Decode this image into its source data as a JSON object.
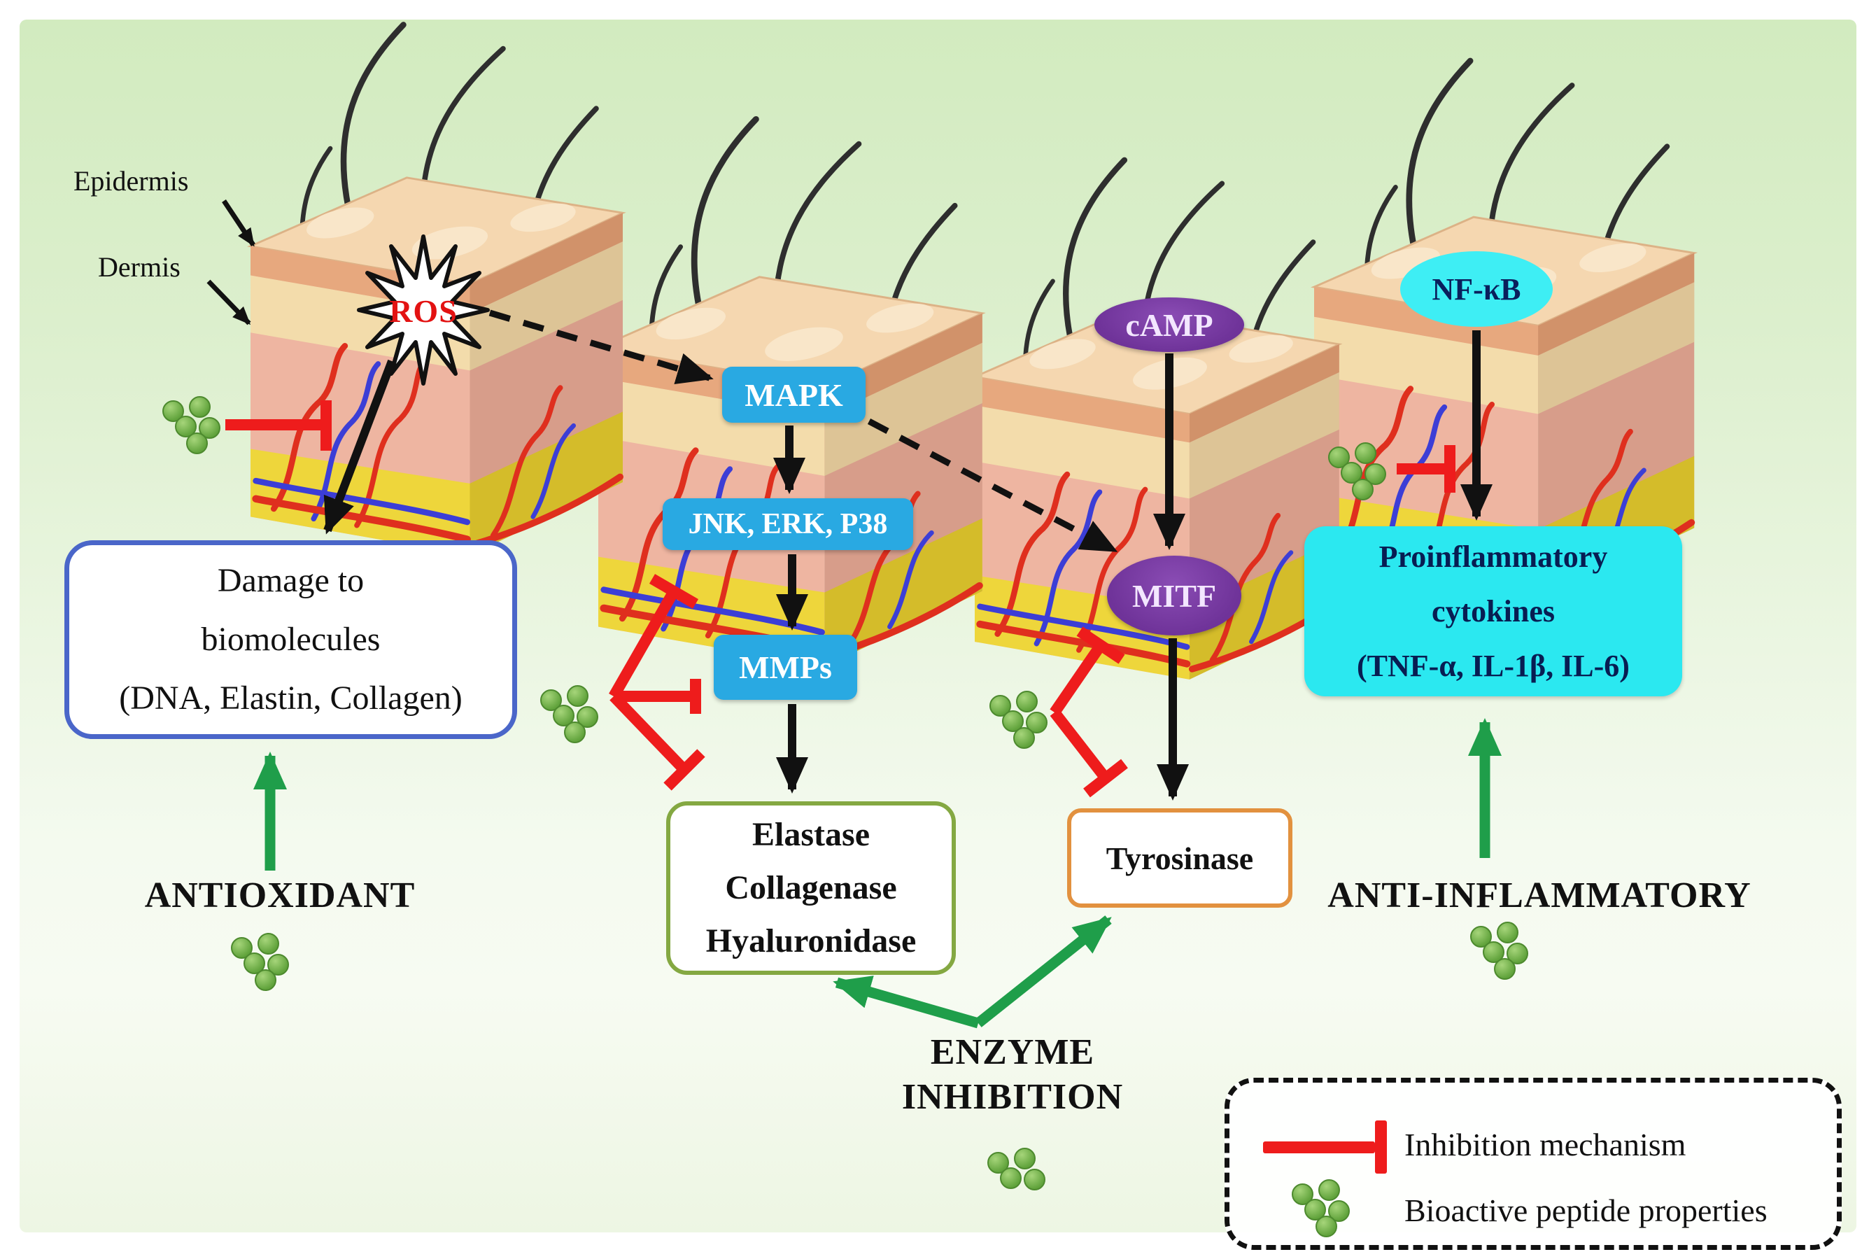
{
  "skin_labels": {
    "epidermis": "Epidermis",
    "dermis": "Dermis"
  },
  "nodes": {
    "ros": "ROS",
    "mapk": "MAPK",
    "jnk": "JNK, ERK, P38",
    "mmps": "MMPs",
    "camp": "cAMP",
    "mitf": "MITF",
    "nfkb": "NF-κB",
    "tyrosinase": "Tyrosinase"
  },
  "boxes": {
    "damage": {
      "line1": "Damage to",
      "line2": "biomolecules",
      "line3": "(DNA, Elastin, Collagen)"
    },
    "enzymes": {
      "line1": "Elastase",
      "line2": "Collagenase",
      "line3": "Hyaluronidase"
    },
    "cytokines": {
      "line1": "Proinflammatory",
      "line2": "cytokines",
      "line3": "(TNF-α, IL-1β, IL-6)"
    }
  },
  "properties": {
    "antioxidant": "ANTIOXIDANT",
    "enzyme_line1": "ENZYME",
    "enzyme_line2": "INHIBITION",
    "anti_inflammatory": "ANTI-INFLAMMATORY"
  },
  "legend": {
    "inhibition": "Inhibition mechanism",
    "peptides": "Bioactive peptide properties"
  },
  "icons": {
    "ros_burst": "star-burst-icon",
    "inhibition_symbol": "red-t-bar-icon",
    "peptide_symbol": "green-dots-icon"
  },
  "colors": {
    "background_green_top": "#d2ebbf",
    "background_green_bottom": "#f7fbf2",
    "blue_node": "#29a9e2",
    "purple_node": "#6f3399",
    "cyan_node": "#3eeef4",
    "cyan_box": "#2be8f0",
    "damage_border": "#4a66c9",
    "enzymes_border": "#84a842",
    "tyrosinase_border": "#e2913f",
    "inhibition_red": "#ee1c1c",
    "arrow_green": "#1f9e4a",
    "peptide_dot_green": "#61a33c",
    "ros_red": "#e31212",
    "arrow_black": "#111111"
  }
}
